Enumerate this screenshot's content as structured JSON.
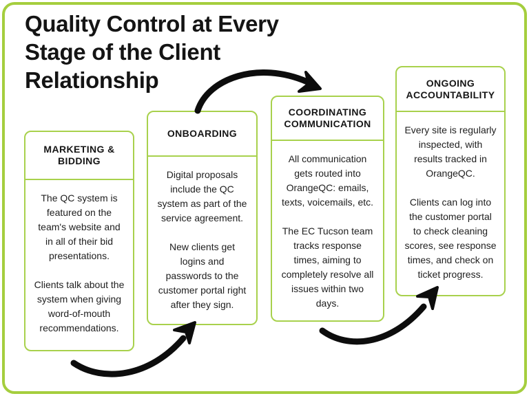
{
  "page": {
    "title": "Quality Control at Every\nStage of the Client\nRelationship"
  },
  "colors": {
    "accent_green": "#a5ce3e",
    "card_border_green": "#a8d14c",
    "title_text": "#141414",
    "body_text": "#202020",
    "arrow_black": "#0d0d0d",
    "background": "#ffffff"
  },
  "stages": [
    {
      "heading": "MARKETING &\nBIDDING",
      "body": "The QC system is\nfeatured on the\nteam's website and\nin all of their bid\npresentations.\n\nClients talk about the\nsystem when giving\nword-of-mouth\nrecommendations."
    },
    {
      "heading": "ONBOARDING",
      "body": "Digital proposals\ninclude the QC\nsystem as part of the\nservice agreement.\n\nNew clients get\nlogins and\npasswords to the\ncustomer portal right\nafter they sign."
    },
    {
      "heading": "COORDINATING\nCOMMUNICATION",
      "body": "All communication\ngets routed into\nOrangeQC: emails,\ntexts, voicemails, etc.\n\nThe EC Tucson team\ntracks response\ntimes, aiming to\ncompletely resolve all\nissues within two\ndays."
    },
    {
      "heading": "ONGOING\nACCOUNTABILITY",
      "body": "Every site is regularly\ninspected, with\nresults tracked in\nOrangeQC.\n\nClients can log into\nthe customer portal\nto check cleaning\nscores, see response\ntimes, and check on\nticket progress."
    }
  ]
}
